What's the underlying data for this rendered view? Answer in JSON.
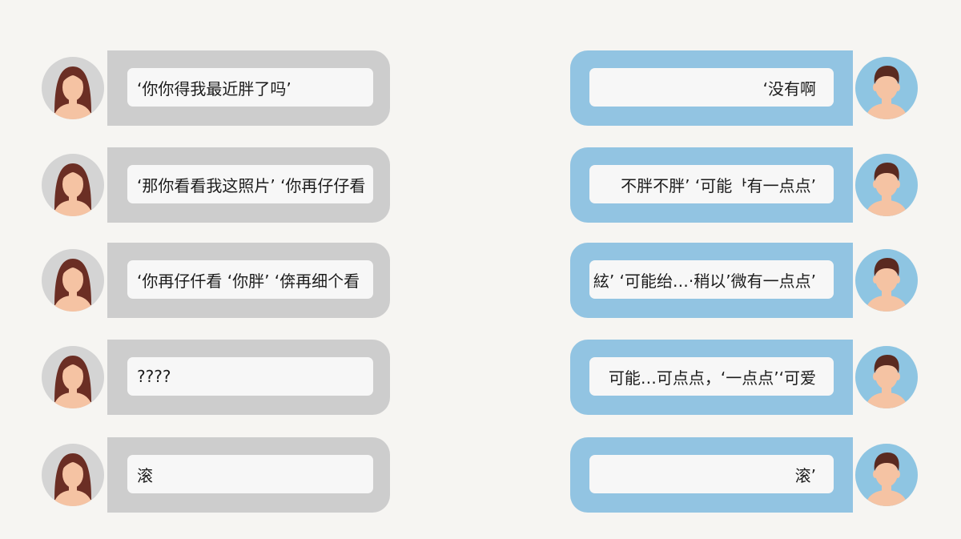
{
  "conversation": {
    "left_messages": [
      {
        "text": "‘你你得我最近胖了吗’"
      },
      {
        "text": "‘那你看看我这照片’ ‘你再仔仔看"
      },
      {
        "text": "‘你再仔仟看 ‘你胖’ ‘倴再细个看"
      },
      {
        "text": "????"
      },
      {
        "text": "滚"
      }
    ],
    "right_messages": [
      {
        "text": "‘没有啊"
      },
      {
        "text": "不胖不胖’ ‘可能ᅡ有一点点’"
      },
      {
        "text": "絃’ ‘可能绐…·稍以’微有一点点’"
      },
      {
        "text": "可能…可点点，‘一点点’‘可爱"
      },
      {
        "text": "滚’"
      }
    ]
  },
  "colors": {
    "background": "#f6f5f2",
    "left_bubble": "#cdcdcd",
    "right_bubble": "#92c4e2",
    "message_box": "#f7f7f7",
    "female_hair": "#6b2e24",
    "male_hair": "#5a2a20",
    "skin": "#f5c3a3"
  },
  "icons": {
    "left_avatar": "woman-avatar-icon",
    "right_avatar": "man-avatar-icon"
  }
}
